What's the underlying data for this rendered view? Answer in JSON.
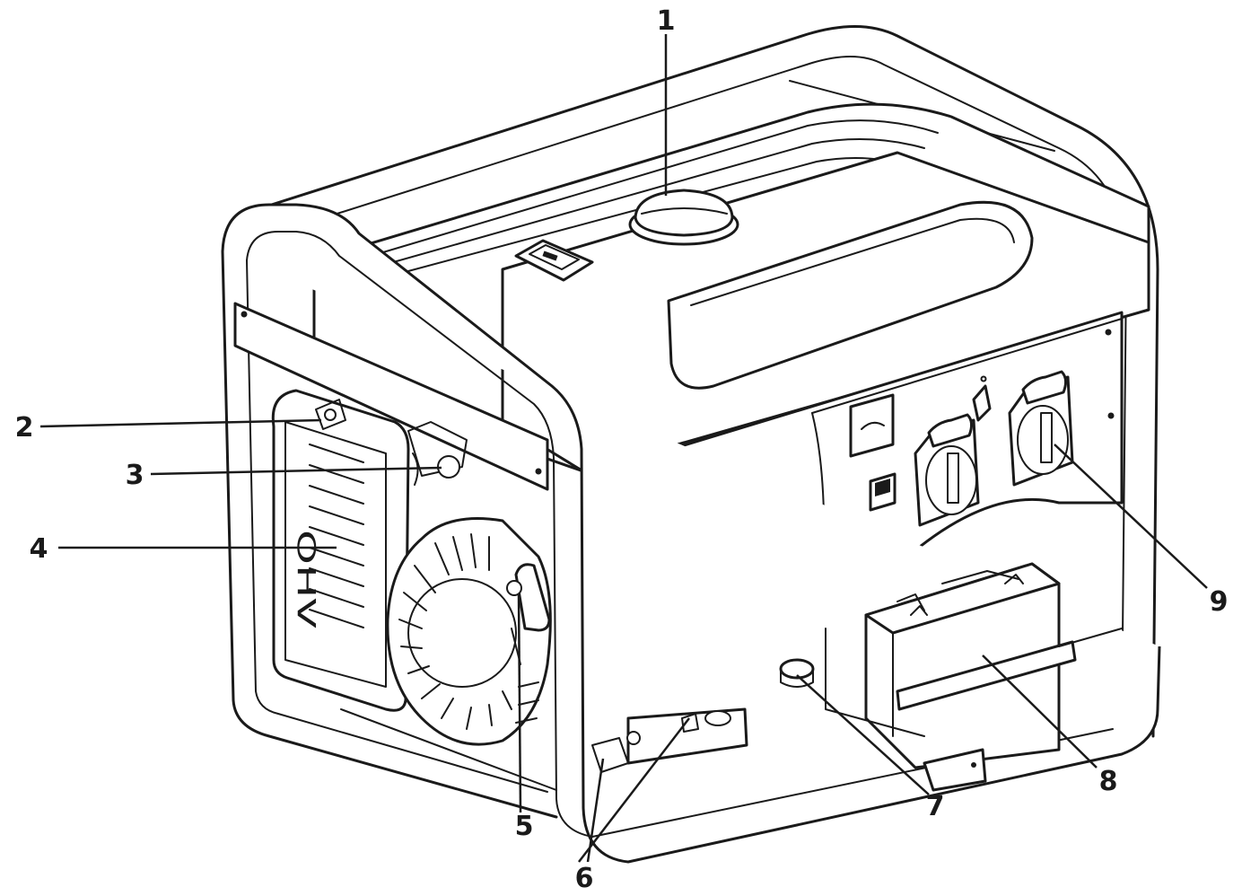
{
  "diagram": {
    "callouts": [
      {
        "id": "1",
        "label": "1"
      },
      {
        "id": "2",
        "label": "2"
      },
      {
        "id": "3",
        "label": "3"
      },
      {
        "id": "4",
        "label": "4"
      },
      {
        "id": "5",
        "label": "5"
      },
      {
        "id": "6",
        "label": "6"
      },
      {
        "id": "7",
        "label": "7"
      },
      {
        "id": "8",
        "label": "8"
      },
      {
        "id": "9",
        "label": "9"
      }
    ],
    "engine_badge": "OHV",
    "colors": {
      "line": "#1a1a1a",
      "background": "#ffffff"
    }
  }
}
